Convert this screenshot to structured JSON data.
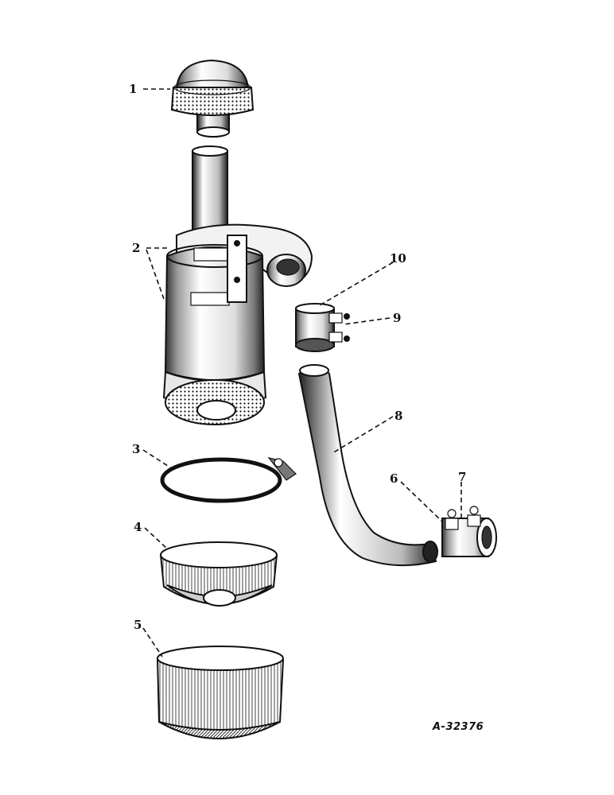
{
  "callouts": {
    "c1": "1",
    "c2": "2",
    "c3": "3",
    "c4": "4",
    "c5": "5",
    "c6": "6",
    "c7": "7",
    "c8": "8",
    "c9": "9",
    "c10": "10"
  },
  "reference_number": "A-32376",
  "colors": {
    "ink": "#111111",
    "paper": "#ffffff",
    "shade": "#555555"
  }
}
